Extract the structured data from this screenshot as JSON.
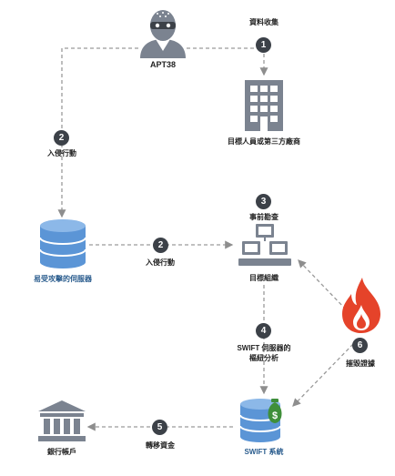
{
  "nodes": {
    "apt38": {
      "label": "APT38"
    },
    "vulnerable_server": {
      "label": "易受攻擊的伺服器"
    },
    "target_vendor": {
      "label": "目標人員或第三方廠商"
    },
    "target_org": {
      "label": "目標組織"
    },
    "swift_system": {
      "label": "SWIFT 系統"
    },
    "bank_account": {
      "label": "銀行帳戶"
    },
    "destroy_evidence": {
      "label": "摧毀證據"
    }
  },
  "steps": [
    {
      "number": "1",
      "label": "資料收集"
    },
    {
      "number": "2",
      "label": "入侵行動"
    },
    {
      "number": "2",
      "label": "入侵行動"
    },
    {
      "number": "3",
      "label": "事前勘查"
    },
    {
      "number": "4",
      "label": "SWIFT 伺服器的\n樞紐分析"
    },
    {
      "number": "5",
      "label": "轉移資金"
    },
    {
      "number": "6",
      "label": ""
    }
  ],
  "colors": {
    "accent_dark": "#3c4148",
    "icon_gray": "#7b8390",
    "server_blue": "#5b95d6",
    "label_blue": "#2b5d8e",
    "flame_red": "#e5432a",
    "money_green": "#3f8f3a",
    "line_gray": "#9a9a9a"
  },
  "icons": {
    "attacker": "hacker-mask-icon",
    "server": "database-server-icon",
    "building": "office-building-icon",
    "org": "organization-chart-icon",
    "swift": "swift-database-money-icon",
    "bank": "bank-icon",
    "fire": "flame-icon"
  }
}
